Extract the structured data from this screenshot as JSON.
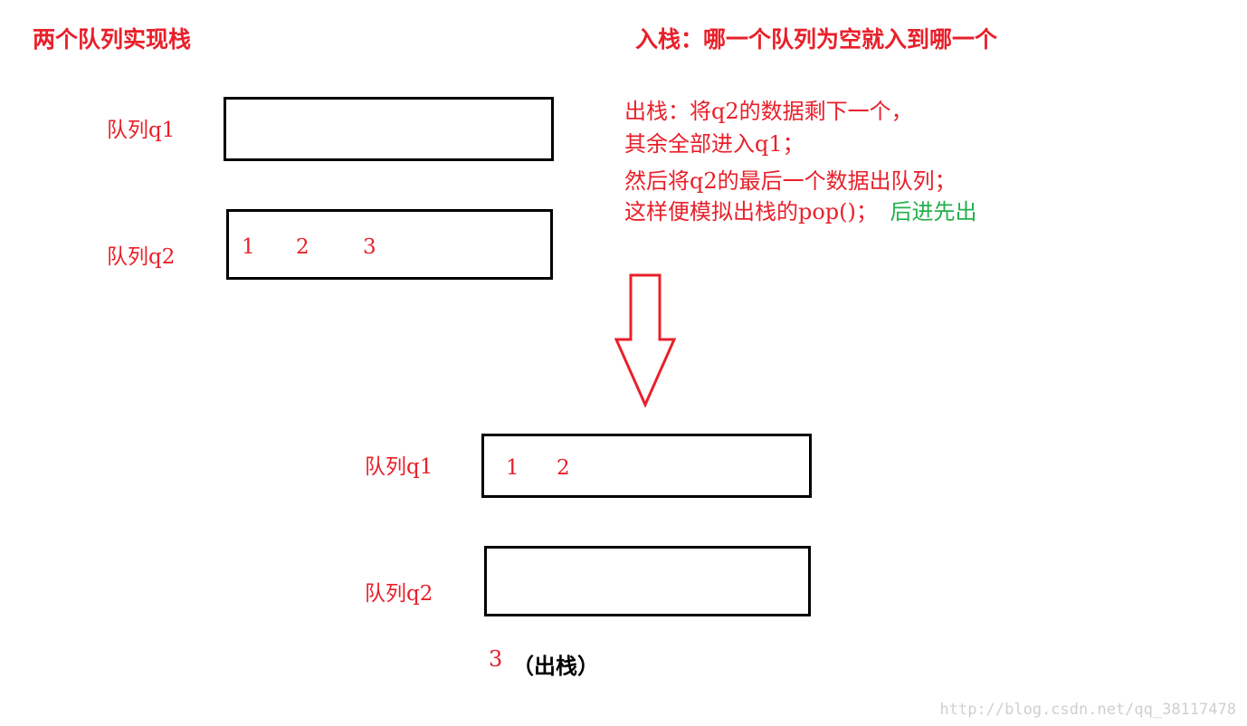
{
  "titles": {
    "left": "两个队列实现栈",
    "right": "入栈：哪一个队列为空就入到哪一个"
  },
  "before": {
    "q1_label": "队列q1",
    "q2_label": "队列q2",
    "q1_values": [],
    "q2_values": [
      "1",
      "2",
      "3"
    ]
  },
  "description": {
    "line1": "出栈：将q2的数据剩下一个，",
    "line2": "其余全部进入q1；",
    "line3": "然后将q2的最后一个数据出队列；",
    "line4": "这样便模拟出栈的pop()；",
    "line4_highlight": "后进先出"
  },
  "after": {
    "q1_label": "队列q1",
    "q2_label": "队列q2",
    "q1_values": [
      "1",
      "2"
    ],
    "q2_values": []
  },
  "popped": {
    "value": "3",
    "note": "（出栈）"
  },
  "watermark": "http://blog.csdn.net/qq_38117478",
  "colors": {
    "red": "#e8202a",
    "green": "#22b14c",
    "black": "#000000"
  }
}
